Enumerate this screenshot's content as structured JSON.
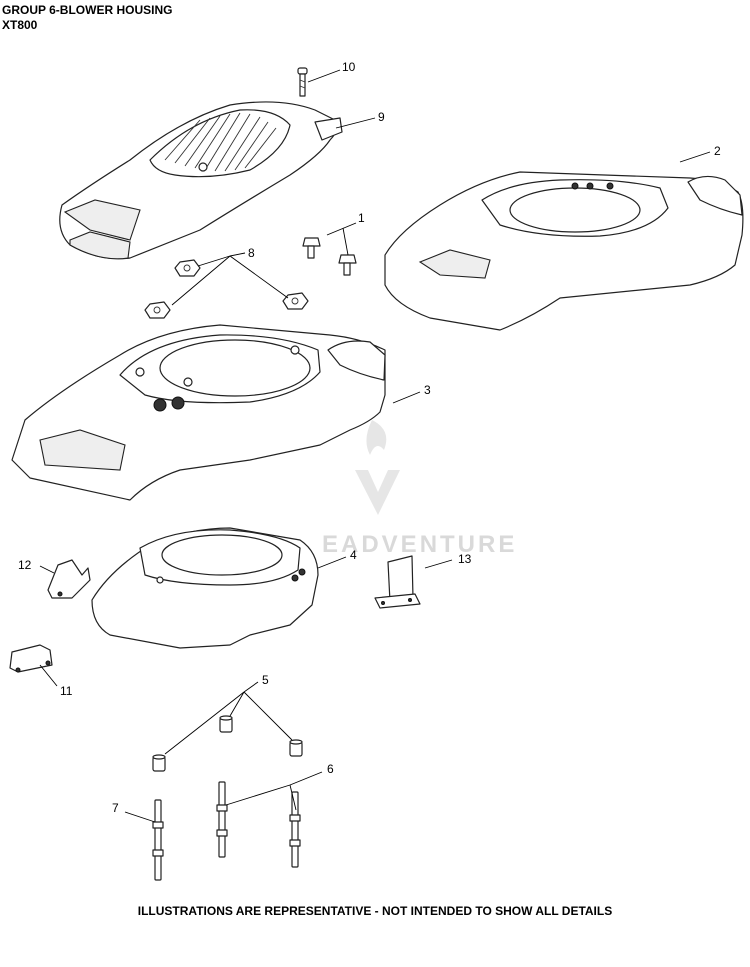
{
  "header": {
    "title": "GROUP 6-BLOWER HOUSING",
    "model": "XT800"
  },
  "watermark": "EADVENTURE",
  "footer": "ILLUSTRATIONS ARE REPRESENTATIVE - NOT INTENDED TO SHOW ALL DETAILS",
  "callouts": {
    "c1": "1",
    "c2": "2",
    "c3": "3",
    "c4": "4",
    "c5": "5",
    "c6": "6",
    "c7": "7",
    "c8": "8",
    "c9": "9",
    "c10": "10",
    "c11": "11",
    "c12": "12",
    "c13": "13"
  }
}
